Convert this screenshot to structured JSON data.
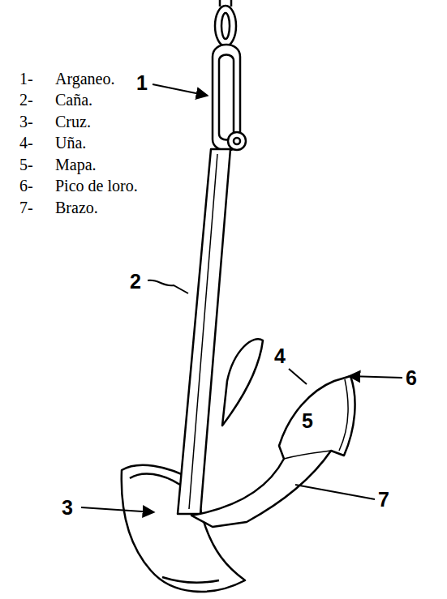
{
  "diagram": {
    "labels": [
      "1-",
      "Arganeo.",
      "2-",
      "Caña.",
      "3-",
      "Cruz.",
      "4-",
      "Uña.",
      "5-",
      "Mapa.",
      "6-",
      "Pico de loro.",
      "7-",
      "Brazo.",
      "1",
      "2",
      "3",
      "4",
      "5",
      "6",
      "7"
    ]
  }
}
